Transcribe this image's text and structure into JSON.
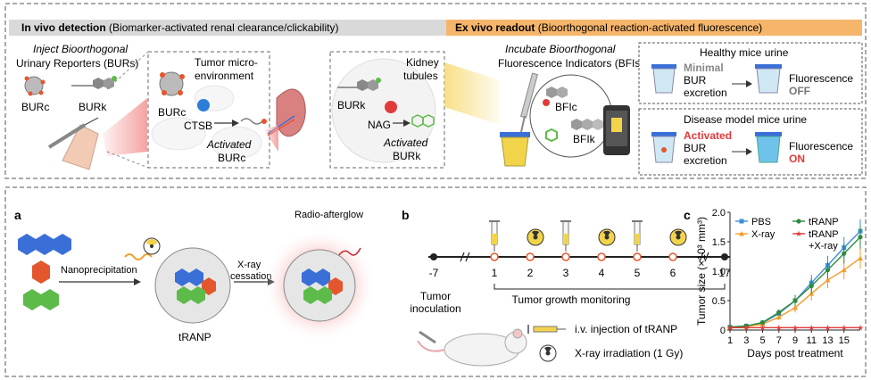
{
  "top": {
    "header_left_bold": "In vivo detection",
    "header_left_rest": " (Biomarker-activated renal clearance/clickability)",
    "header_right_bold": "Ex vivo readout",
    "header_right_rest": " (Bioorthogonal reaction-activated fluorescence)",
    "inject_title_1": "Inject Bioorthogonal",
    "inject_title_2": "Urinary Reporters (BURs)",
    "bur_c": "BURc",
    "bur_k": "BURk",
    "tumor_title_1": "Tumor micro-",
    "tumor_title_2": "environment",
    "tumor_burc": "BURc",
    "ctsb": "CTSB",
    "activated": "Activated",
    "activated_burc": "BURc",
    "kidney_title_1": "Kidney",
    "kidney_title_2": "tubules",
    "kidney_burk": "BURk",
    "nag": "NAG",
    "activated2": "Activated",
    "activated_burk": "BURk",
    "incubate_1": "Incubate Bioorthogonal",
    "incubate_2": "Fluorescence Indicators (BFIs)",
    "bfi_c": "BFIc",
    "bfi_k": "BFIk",
    "healthy_title": "Healthy mice urine",
    "minimal": "Minimal",
    "bur": "BUR",
    "excretion": "excretion",
    "fluorescence": "Fluorescence",
    "off": "OFF",
    "disease_title": "Disease model mice urine",
    "activated_red": "Activated",
    "bur2": "BUR",
    "excretion2": "excretion",
    "fluorescence2": "Fluorescence",
    "on": "ON"
  },
  "panel_a": {
    "label": "a",
    "nano": "Nanoprecipitation",
    "xray_1": "X-ray",
    "xray_2": "cessation",
    "afterglow": "Radio-afterglow",
    "trANP": "tRANP"
  },
  "panel_b": {
    "label": "b",
    "ticks": [
      "-7",
      "1",
      "2",
      "3",
      "4",
      "5",
      "6",
      "17"
    ],
    "tumor_inoc_1": "Tumor",
    "tumor_inoc_2": "inoculation",
    "monitoring": "Tumor growth monitoring",
    "legend_injection": "i.v. injection of tRANP",
    "legend_xray": "X-ray irradiation (1 Gy)"
  },
  "panel_c": {
    "label": "c"
  },
  "colors": {
    "header_gray": "#d9d9d9",
    "header_orange": "#f5b56a",
    "pbs": "#3a8fd8",
    "xray": "#f39c2a",
    "trANP": "#2e8b3e",
    "trANP_xray": "#e23a3a",
    "blue_mol": "#3a6fd8",
    "orange_mol": "#e4572e",
    "green_mol": "#5dbb4a"
  },
  "chart_data": {
    "type": "line",
    "xlabel": "Days post treatment",
    "ylabel": "Tumor size (×10³ mm³)",
    "xlim": [
      1,
      17
    ],
    "ylim": [
      0,
      2.0
    ],
    "xticks": [
      1,
      3,
      5,
      7,
      9,
      11,
      13,
      15
    ],
    "yticks": [
      0,
      0.5,
      1.0,
      1.5,
      2.0
    ],
    "ytick_labels": [
      "0",
      "0.5",
      "1.0",
      "1.5",
      "2.0"
    ],
    "x": [
      1,
      3,
      5,
      7,
      9,
      11,
      13,
      15,
      17
    ],
    "legend_placement": "top-left",
    "series": [
      {
        "name": "PBS",
        "color": "#3a8fd8",
        "marker": "square",
        "values": [
          0.05,
          0.07,
          0.12,
          0.28,
          0.5,
          0.8,
          1.1,
          1.4,
          1.68
        ],
        "err": [
          0.01,
          0.02,
          0.03,
          0.06,
          0.1,
          0.14,
          0.16,
          0.18,
          0.2
        ]
      },
      {
        "name": "X-ray",
        "color": "#f39c2a",
        "marker": "triangle",
        "values": [
          0.05,
          0.06,
          0.1,
          0.22,
          0.38,
          0.62,
          0.85,
          1.02,
          1.22
        ],
        "err": [
          0.01,
          0.02,
          0.03,
          0.05,
          0.08,
          0.12,
          0.14,
          0.16,
          0.18
        ]
      },
      {
        "name": "tRANP",
        "color": "#2e8b3e",
        "marker": "circle",
        "values": [
          0.05,
          0.07,
          0.13,
          0.3,
          0.5,
          0.75,
          1.02,
          1.3,
          1.58
        ],
        "err": [
          0.01,
          0.02,
          0.03,
          0.05,
          0.09,
          0.13,
          0.15,
          0.17,
          0.2
        ]
      },
      {
        "name": "tRANP\n+X-ray",
        "color": "#e23a3a",
        "marker": "star",
        "values": [
          0.04,
          0.04,
          0.04,
          0.04,
          0.04,
          0.04,
          0.04,
          0.04,
          0.04
        ],
        "err": [
          0,
          0,
          0,
          0,
          0,
          0,
          0,
          0,
          0
        ]
      }
    ]
  }
}
